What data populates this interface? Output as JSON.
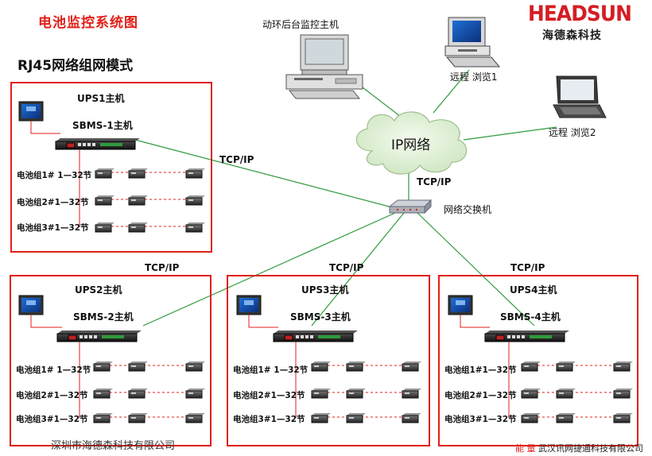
{
  "header": {
    "title": "电池监控系统图",
    "subtitle": "RJ45网络组网模式",
    "logo_main": "HEADSUN",
    "logo_sub": "海德森科技"
  },
  "network": {
    "host_label": "动环后台监控主机",
    "remote1_label": "远程 浏览1",
    "remote2_label": "远程 浏览2",
    "cloud_label": "IP网络",
    "switch_label": "网络交换机",
    "tcp_labels": [
      "TCP/IP",
      "TCP/IP",
      "TCP/IP",
      "TCP/IP",
      "TCP/IP"
    ]
  },
  "ups_units": [
    {
      "title": "UPS1主机",
      "sbms": "SBMS-1主机",
      "groups": [
        "电池组1# 1—32节",
        "电池组2#1—32节",
        "电池组3#1—32节"
      ]
    },
    {
      "title": "UPS2主机",
      "sbms": "SBMS-2主机",
      "groups": [
        "电池组1# 1—32节",
        "电池组2#1—32节",
        "电池组3#1—32节"
      ]
    },
    {
      "title": "UPS3主机",
      "sbms": "SBMS-3主机",
      "groups": [
        "电池组1# 1—32节",
        "电池组2#1—32节",
        "电池组3#1—32节"
      ]
    },
    {
      "title": "UPS4主机",
      "sbms": "SBMS-4主机",
      "groups": [
        "电池组1#1—32节",
        "电池组2#1—32节",
        "电池组3#1—32节"
      ]
    }
  ],
  "footer": {
    "left": "深圳市海德森科技有限公司",
    "right_red": "能  量",
    "right_dark": "武汉讯网捷通科技有限公司"
  },
  "colors": {
    "accent_red": "#e0201a",
    "link_green": "#2e9a3c",
    "battery_dashes": "#e0201a"
  }
}
